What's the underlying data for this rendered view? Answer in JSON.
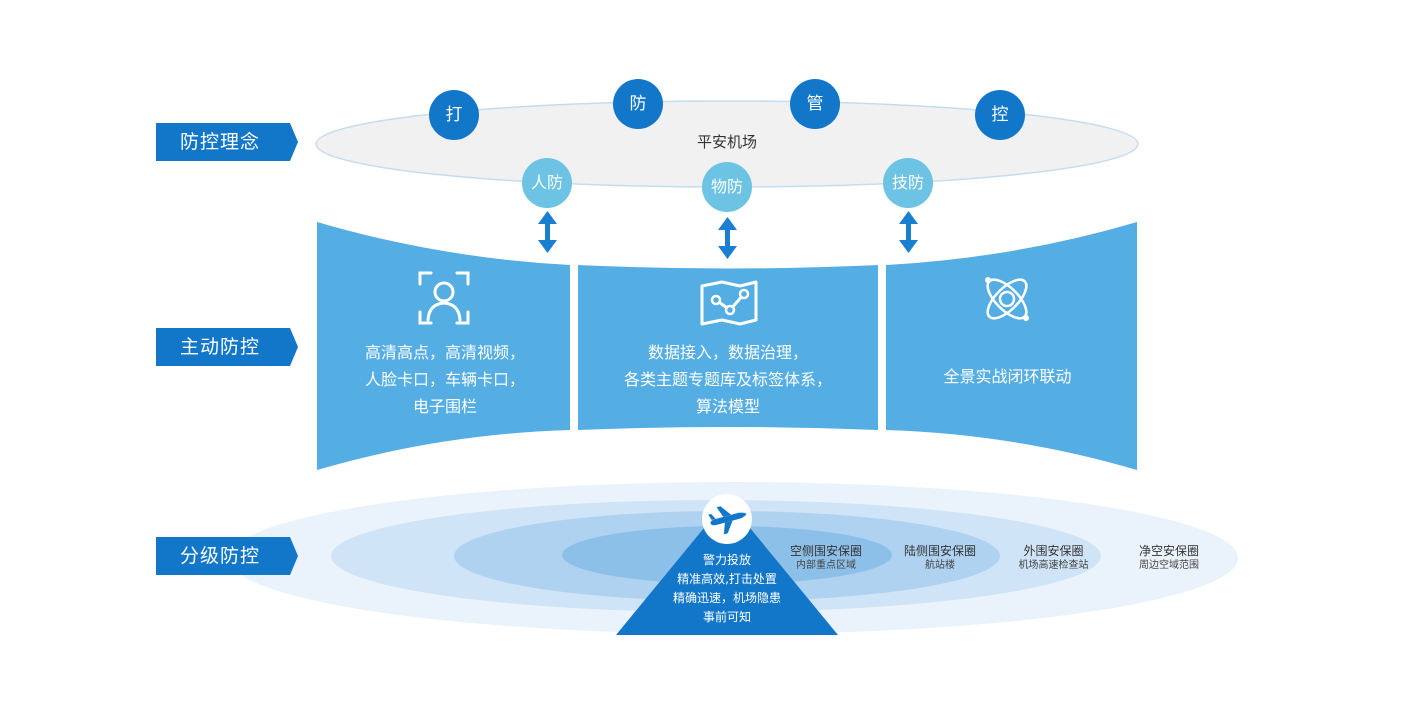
{
  "sections": {
    "concept": "防控理念",
    "active": "主动防控",
    "graded": "分级防控"
  },
  "top": {
    "center_label": "平安机场",
    "principles": [
      "打",
      "防",
      "管",
      "控"
    ],
    "defenses": [
      "人防",
      "物防",
      "技防"
    ]
  },
  "panels": [
    {
      "lines": [
        "高清高点，高清视频，",
        "人脸卡口，车辆卡口，",
        "电子围栏"
      ],
      "icon": "face-scan-icon"
    },
    {
      "lines": [
        "数据接入，数据治理，",
        "各类主题专题库及标签体系，",
        "算法模型"
      ],
      "icon": "data-map-icon"
    },
    {
      "lines": [
        "全景实战闭环联动"
      ],
      "icon": "atom-icon"
    }
  ],
  "rings": [
    {
      "title": "空侧围安保圈",
      "sub": "内部重点区域"
    },
    {
      "title": "陆侧围安保圈",
      "sub": "航站楼"
    },
    {
      "title": "外围安保圈",
      "sub": "机场高速检查站"
    },
    {
      "title": "净空安保圈",
      "sub": "周边空域范围"
    }
  ],
  "triangle": {
    "icon": "airplane-icon",
    "lines": [
      "警力投放",
      "精准高效,打击处置",
      "精确迅速，机场隐患",
      "事前可知"
    ]
  },
  "colors": {
    "dark_blue": "#1377c9",
    "panel_blue": "#54aee3",
    "light_circle": "#6dc3e3",
    "ring_outer": "#e8f2fb",
    "ring_1": "#cbe2f6",
    "ring_2": "#a9d0f0",
    "ring_3": "#88bde8"
  }
}
